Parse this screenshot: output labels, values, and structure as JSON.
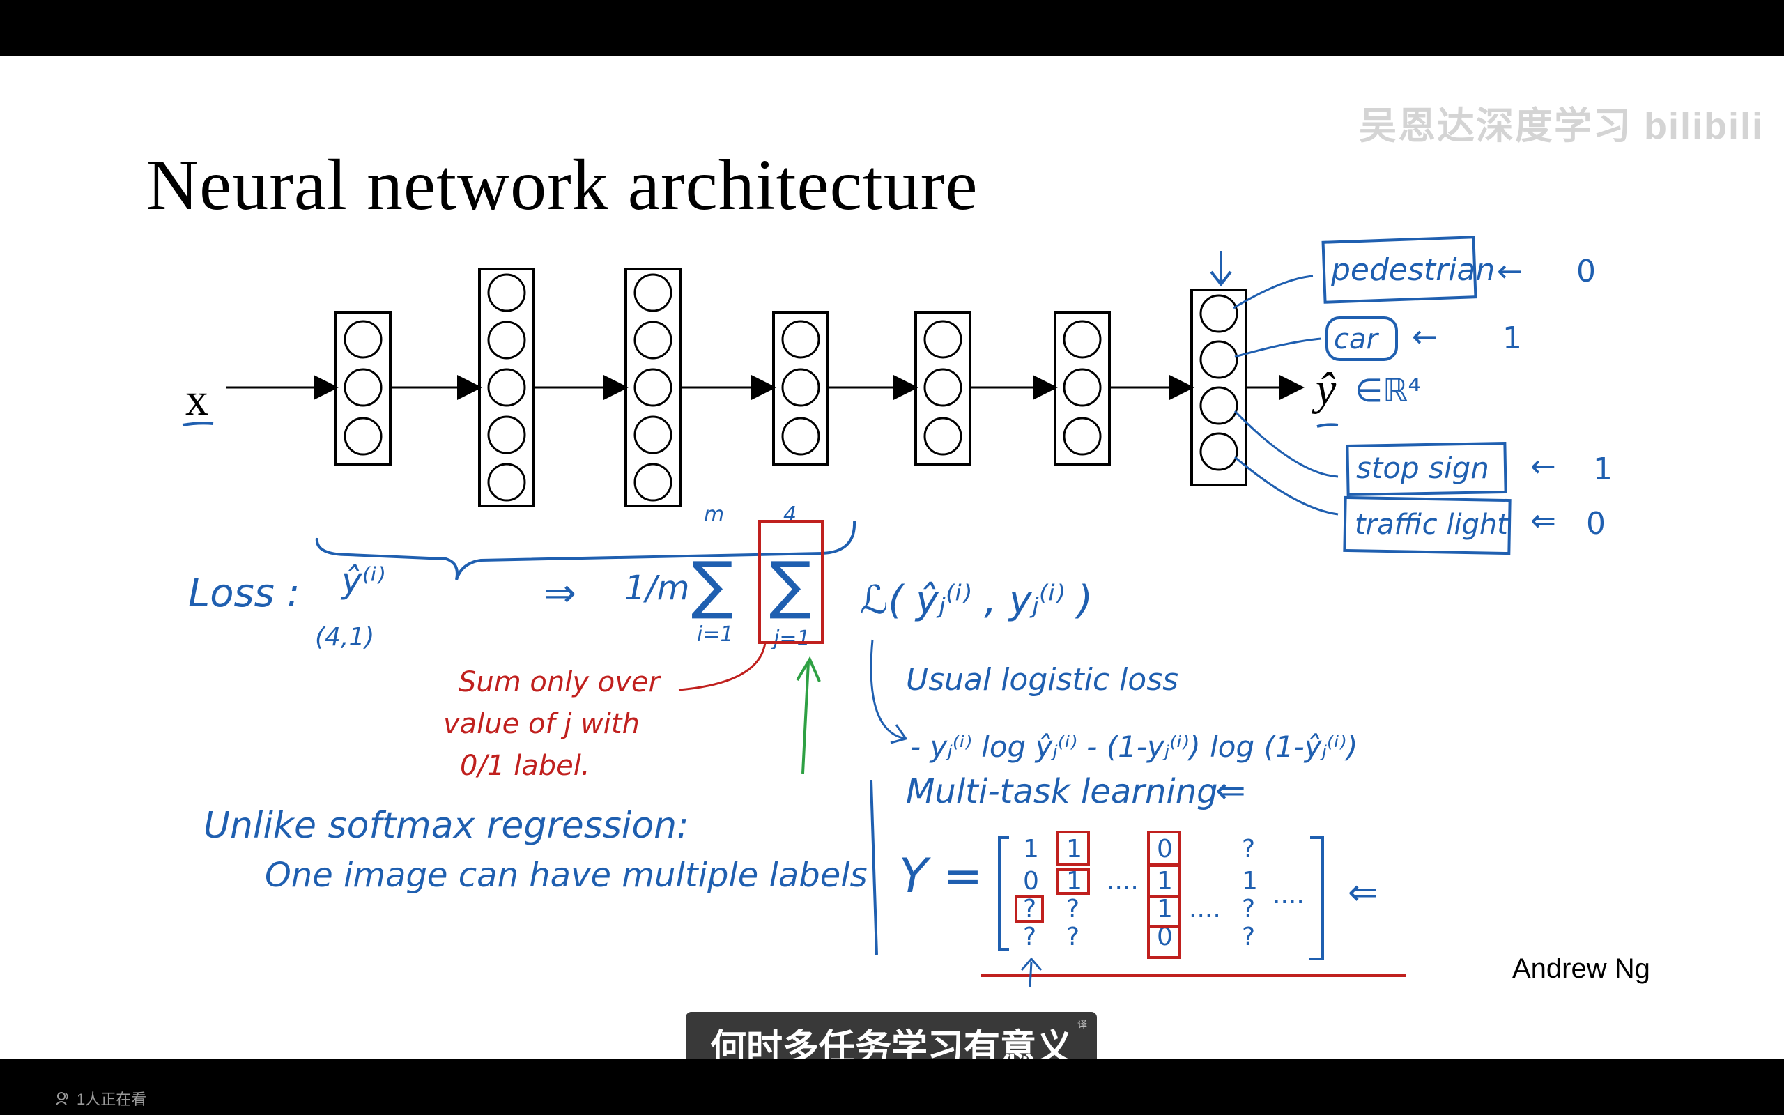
{
  "slide": {
    "title": "Neural network architecture",
    "watermark": "吴恩达深度学习 bilibili",
    "author": "Andrew Ng",
    "input_label": "x",
    "output_label": "ŷ",
    "output_space": "∈ℝ⁴",
    "labels": [
      {
        "text": "pedestrian",
        "value": "0"
      },
      {
        "text": "car",
        "value": "1"
      },
      {
        "text": "stop sign",
        "value": "1"
      },
      {
        "text": "traffic light",
        "value": "0"
      }
    ],
    "loss": {
      "prefix": "Loss :",
      "yhat": "ŷ⁽ⁱ⁾",
      "dims": "(4,1)",
      "frac": "1/m",
      "sum_outer_top": "m",
      "sum_outer_bottom": "i=1",
      "sum_inner_top": "4",
      "sum_inner_bottom": "j=1",
      "term": "ℒ( ŷⱼ⁽ⁱ⁾ , yⱼ⁽ⁱ⁾ )",
      "usual": "Usual logistic loss",
      "logistic": "- yⱼ⁽ⁱ⁾ log ŷⱼ⁽ⁱ⁾ - (1-yⱼ⁽ⁱ⁾) log (1-ŷⱼ⁽ⁱ⁾)"
    },
    "red_note": [
      "Sum only over",
      "value of j with",
      "0/1 label."
    ],
    "notes": [
      "Unlike softmax regression:",
      "One image can have multiple labels"
    ],
    "multitask": "Multi-task learning",
    "matrix": {
      "prefix": "Y =",
      "col1": [
        "1",
        "0",
        "?",
        "?"
      ],
      "col2": [
        "1",
        "1",
        "?",
        "?"
      ],
      "col3": [
        "0",
        "1",
        "1",
        "0"
      ],
      "col4": [
        "?",
        "1",
        "?",
        "?"
      ],
      "dots": "....",
      "trail_dots": "...."
    }
  },
  "subtitle": "何时多任务学习有意义",
  "subtitle_mark": "译",
  "viewers": "1人正在看",
  "colors": {
    "blue": "#1f5fb0",
    "red": "#c0201e",
    "green": "#2ea043"
  }
}
